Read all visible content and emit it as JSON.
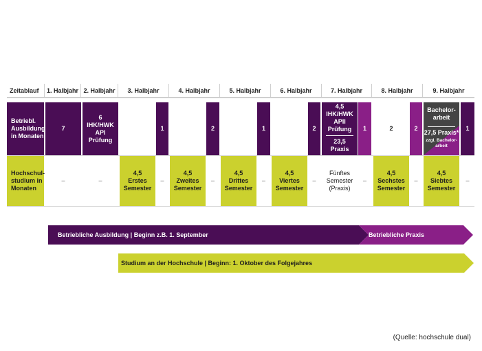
{
  "headers": [
    "Zeitablauf",
    "1. Halbjahr",
    "2. Halbjahr",
    "3. Halbjahr",
    "4. Halbjahr",
    "5. Halbjahr",
    "6. Halbjahr",
    "7. Halbjahr",
    "8. Halbjahr",
    "9. Halbjahr"
  ],
  "row_training": {
    "label": "Betriebl.\nAusbildung\nin Monaten",
    "h1": "7",
    "h2": "6\nIHK/HWK\nAPI\nPrüfung",
    "h3_tail": "1",
    "h4_tail": "2",
    "h5_tail": "1",
    "h6_tail": "2",
    "h7_top": "4,5\nIHK/HWK\nAPII\nPrüfung",
    "h7_bottom": "23,5\nPraxis",
    "h7_tail": "1",
    "h8": "2",
    "h8_tail": "2",
    "h9_top": "Bachelor-\narbeit",
    "h9_mid": "27,5 Praxis*",
    "h9_note": "zzgl. Bachelor-\narbeit",
    "h9_tail": "1"
  },
  "row_study": {
    "label": "Hochschul-\nstudium in\nMonaten",
    "dash": "–",
    "h3": "4,5\nErstes\nSemester",
    "h4": "4,5\nZweites\nSemester",
    "h5": "4,5\nDrittes\nSemester",
    "h6": "4,5\nViertes\nSemester",
    "h7": "Fünftes\nSemester\n(Praxis)",
    "h8": "4,5\nSechstes\nSemester",
    "h9": "4,5\nSiebtes\nSemester"
  },
  "arrows": {
    "training": "Betriebliche Ausbildung | Beginn z.B. 1. September",
    "practice": "Betriebliche Praxis",
    "study": "Studium an der Hochschule | Beginn: 1. Oktober des Folgejahres"
  },
  "source": "(Quelle: hochschule dual)",
  "colors": {
    "purple": "#4a0d55",
    "magenta": "#8a1f87",
    "lime": "#cbd12e",
    "dark_gray": "#444444"
  }
}
